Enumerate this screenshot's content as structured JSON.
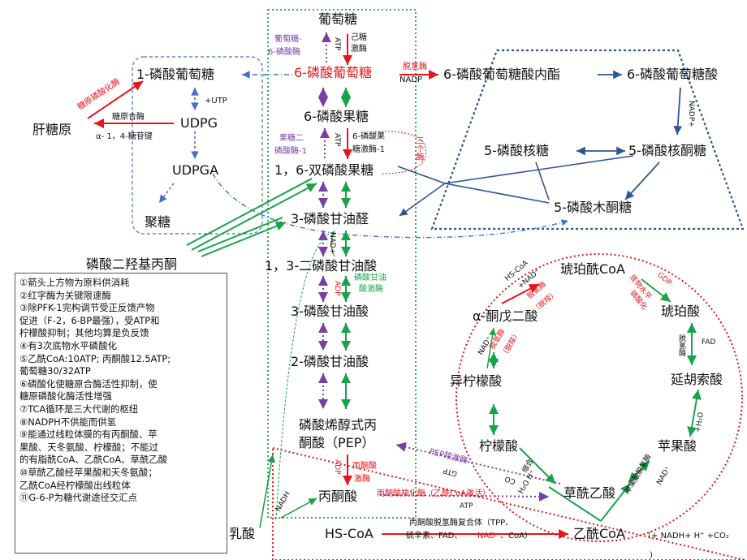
{
  "nodes": {
    "glucose": "葡萄糖",
    "g6p": "6-磷酸葡萄糖",
    "f6p": "6-磷酸果糖",
    "f16bp": "1，6-双磷酸果糖",
    "g3p": "3-磷酸甘油醛",
    "bpg13": "1，3-二磷酸甘油酸",
    "pga3": "3-磷酸甘油酸",
    "pga2": "2-磷酸甘油酸",
    "pep_line1": "磷酸烯醇式丙",
    "pep_line2": "酮酸（PEP）",
    "pyruvate": "丙酮酸",
    "lactate": "乳酸",
    "g1p": "1-磷酸葡萄糖",
    "udpg": "UDPG",
    "udpga": "UDPGA",
    "glycogen": "肝糖原",
    "polysaccharide": "聚糖",
    "dhap": "磷酸二羟基丙酮",
    "lactone": "6-磷酸葡萄糖酸内酯",
    "gluconate": "6-磷酸葡萄糖酸",
    "ribose5p": "5-磷酸核糖",
    "ribulose5p": "5-磷酸核酮糖",
    "xylulose5p": "5-磷酸木酮糖",
    "succinyl_coa": "琥珀酰CoA",
    "akg": "α-酮戊二酸",
    "succinate": "琥珀酸",
    "isocitrate": "异柠檬酸",
    "fumarate": "延胡索酸",
    "citrate": "柠檬酸",
    "malate": "苹果酸",
    "oxaloacetate": "草酰乙酸",
    "hscoa": "HS-CoA",
    "acetyl_coa": "乙酰CoA"
  },
  "labels": {
    "atp": "ATP",
    "hexokinase_1": "己糖",
    "hexokinase_2": "激酶",
    "g6pase_1": "葡萄糖-",
    "g6pase_2": "6-磷酸酶",
    "g6pdh": "脱氢酶",
    "nadp": "NADP",
    "nadp_plus": "NADP+",
    "utp": "+UTP",
    "glycogen_phosphorylase": "糖原磷酸化酶",
    "glycogen_synthase": "糖原合酶",
    "glycosidic_bond": "α- 1，4-糖苷键",
    "fbpase_1": "果糖二",
    "fbpase_2": "磷酸酶-1",
    "pfk_1": "6-磷酸果",
    "pfk_2": "糖激酶-1",
    "enzymes_3": "三个酶",
    "nad": "NAD+",
    "adp": "ADP",
    "pgk_1": "磷酸甘油",
    "pgk_2": "酸激酶",
    "pyruvate_kinase_1": "丙酮酸",
    "pyruvate_kinase_2": "激酶",
    "pepck": "PEP羧激酶",
    "gtp": "GTP",
    "co2": "CO",
    "h2o": "H₂O",
    "pyruvate_carboxylase": "丙酮酸羧化酶（乙酰CoA激活）",
    "atp2": "ATP",
    "nadh": "NADH",
    "pdh_line1": "丙酮酸脱氢酶复合体（TPP、",
    "pdh_line2_a": "硫辛素、FAD、",
    "pdh_line2_b": "NAD⁺",
    "pdh_line2_c": "、CoA）",
    "acetyl_suffix": "（+ NADH+ H⁺ +CO₂",
    "hscoa_nad": "HS-CoA",
    "nad_plus": "+NAD⁺",
    "dehydro_decarb_1": "脱氢酶",
    "dehydro_decarb_2": "（脱羧）",
    "gdp": "GDP",
    "substrate_level_1": "底物水平",
    "substrate_level_2": "磷酸化",
    "fad": "FAD",
    "dehydrogenase": "脱氢酶",
    "h2o_plus": "+H₂O",
    "malate_dh": "苹果酸脱氢酶",
    "nad_plus2": "NAD⁺",
    "condense": "缩合",
    "h2o_h": "H₂O H⁺",
    "nad_iso": "NAD⁺",
    "dehydro_decarb_iso_1": "脱氢酶",
    "dehydro_decarb_iso_2": "（脱羧）",
    "paren_close": ")"
  },
  "notes": [
    "①箭头上方物为原料供消耗",
    "②红字酶为关键限速酶",
    "③除PFK-1完构调节受正反馈产物",
    "促进（F-2，6-BP最强），受ATP和",
    "柠檬酸抑制；其他均算是负反馈",
    "④有3次底物水平磷酸化",
    "⑤乙酰CoA:10ATP; 丙酮酸12.5ATP;",
    "葡萄糖30/32ATP",
    "⑥磷酸化使糖原合酶活性抑制，使",
    "糖原磷酸化酶活性增强",
    "⑦TCA循环是三大代谢的枢纽",
    "⑧NADPH不供能而供氢",
    "⑨能通过线粒体膜的有丙酮酸、苹",
    "果酸、天冬氨酸、柠檬酸；不能过",
    "的有脂酰CoA、乙酰CoA、草酰乙酸",
    "⑩草酰乙酸经苹果酸和天冬氨酸；",
    "乙酰CoA经柠檬酸出线粒体",
    "⑪G-6-P为糖代谢途径交汇点"
  ],
  "colors": {
    "key_enzyme": "#e8141b",
    "gluconeogenesis": "#7a3fa6",
    "glycolysis_arrow": "#1aa24a",
    "pentose_pathway": "#2f5597",
    "glycogen_branch": "#4472c4",
    "text": "#111111"
  }
}
